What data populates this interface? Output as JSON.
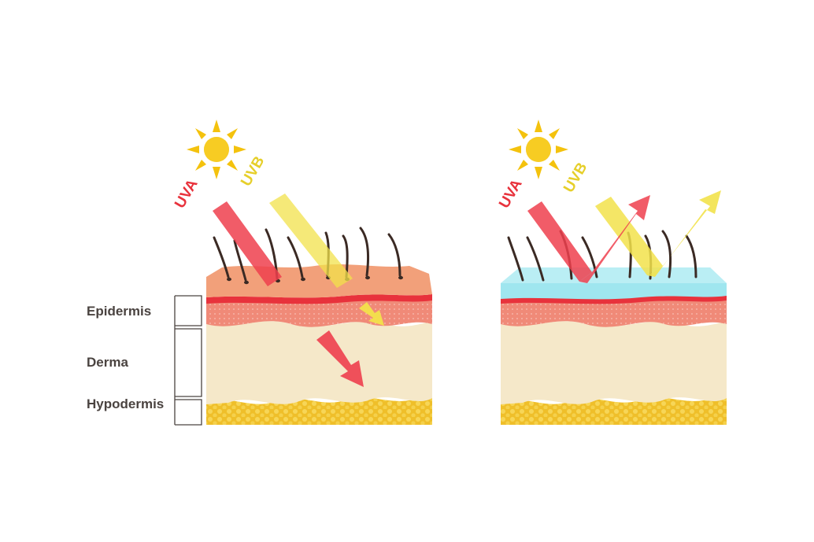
{
  "labels": {
    "epidermis": "Epidermis",
    "derma": "Derma",
    "hypodermis": "Hypodermis"
  },
  "rays": {
    "uva": "UVA",
    "uvb": "UVB"
  },
  "colors": {
    "uva": "#ee3f4e",
    "uvb": "#f2e24b",
    "sun": "#f4c20d",
    "epidermis_top": "#f2a07a",
    "red_line": "#e8323c",
    "dermis_upper": "#f08a78",
    "dermis": "#f5e8c9",
    "hypodermis": "#efbf2a",
    "sunscreen": "#9fe6ef",
    "hair": "#3b2a24"
  }
}
